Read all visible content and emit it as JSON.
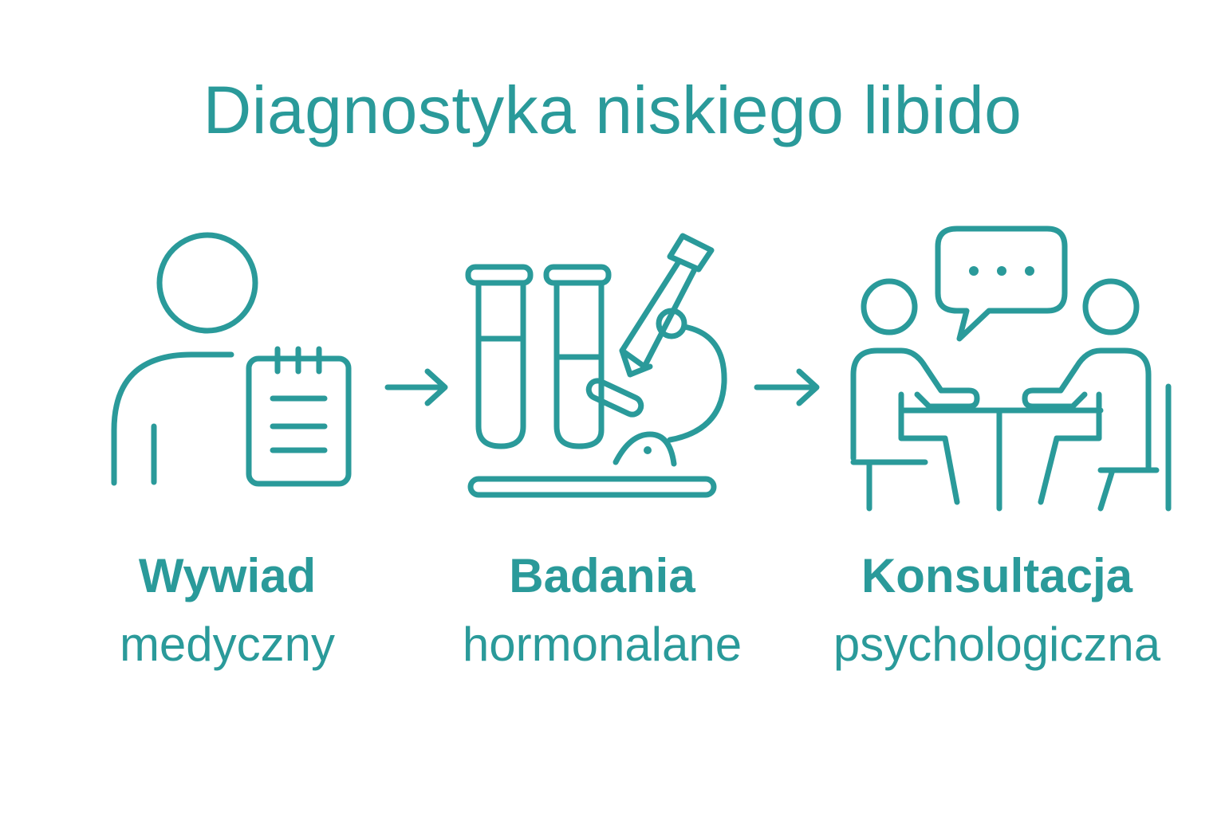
{
  "title": "Diagnostyka niskiego libido",
  "steps": [
    {
      "line1": "Wywiad",
      "line2": "medyczny",
      "icon": "doctor-clipboard-icon"
    },
    {
      "line1": "Badania",
      "line2": "hormonalane",
      "icon": "test-tubes-microscope-icon"
    },
    {
      "line1": "Konsultacja",
      "line2": "psychologiczna",
      "icon": "consultation-icon"
    }
  ],
  "colors": {
    "accent": "#2a9a9a",
    "background": "#ffffff"
  }
}
